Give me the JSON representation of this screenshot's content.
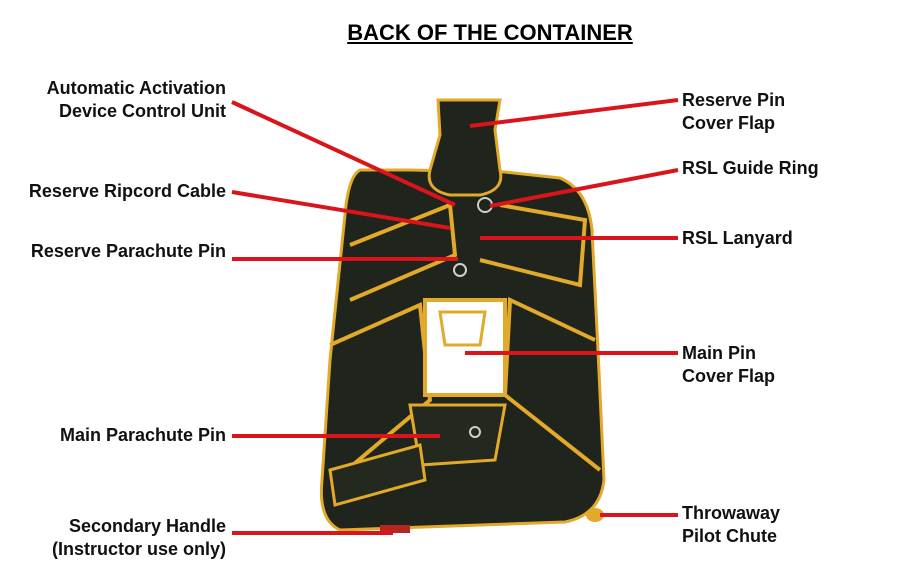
{
  "title": "BACK OF THE CONTAINER",
  "colors": {
    "leader": "#d9141b",
    "container": "#1f241c",
    "trim": "#e2a92a",
    "white_panel": "#ffffff"
  },
  "labels": {
    "aad": [
      "Automatic Activation",
      "Device Control Unit"
    ],
    "ripcord": [
      "Reserve Ripcord Cable"
    ],
    "reserve_pin": [
      "Reserve Parachute Pin"
    ],
    "main_pin": [
      "Main Parachute Pin"
    ],
    "secondary_handle": [
      "Secondary Handle",
      "(Instructor use only)"
    ],
    "reserve_flap": [
      "Reserve Pin",
      "Cover Flap"
    ],
    "rsl_ring": [
      "RSL Guide Ring"
    ],
    "rsl_lanyard": [
      "RSL Lanyard"
    ],
    "main_flap": [
      "Main Pin",
      "Cover Flap"
    ],
    "pilot_chute": [
      "Throwaway",
      "Pilot Chute"
    ]
  }
}
